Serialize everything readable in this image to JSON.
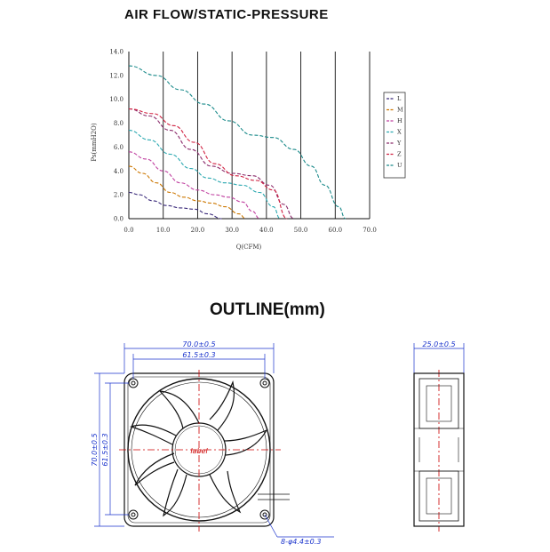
{
  "chart_title": "AIR FLOW/STATIC-PRESSURE",
  "outline_title": "OUTLINE(mm)",
  "chart_data": {
    "type": "line",
    "title": "AIR FLOW/STATIC-PRESSURE",
    "xlabel": "Q(CFM)",
    "ylabel": "Ps(mmH2O)",
    "xlim": [
      0,
      70
    ],
    "ylim": [
      0,
      14
    ],
    "x_ticks": [
      "0.0",
      "10.0",
      "20.0",
      "30.0",
      "40.0",
      "50.0",
      "60.0",
      "70.0"
    ],
    "y_ticks": [
      "0.0",
      "2.0",
      "4.0",
      "6.0",
      "8.0",
      "10.0",
      "12.0",
      "14.0"
    ],
    "grid": "vertical",
    "legend_position": "right",
    "series": [
      {
        "name": "L",
        "color": "#3a2a7a",
        "x": [
          0,
          3,
          7,
          11,
          15,
          19,
          23,
          27
        ],
        "y": [
          2.2,
          2.0,
          1.5,
          1.1,
          0.9,
          0.8,
          0.4,
          0.0
        ]
      },
      {
        "name": "M",
        "color": "#cc7700",
        "x": [
          0,
          4,
          8,
          12,
          16,
          20,
          24,
          28,
          32,
          34
        ],
        "y": [
          4.4,
          3.8,
          3.0,
          2.2,
          1.8,
          1.5,
          1.3,
          1.0,
          0.4,
          0.0
        ]
      },
      {
        "name": "H",
        "color": "#c040a0",
        "x": [
          0,
          5,
          10,
          15,
          20,
          25,
          29,
          33,
          36,
          38
        ],
        "y": [
          5.6,
          5.0,
          4.0,
          3.0,
          2.4,
          2.0,
          1.8,
          1.4,
          0.6,
          0.0
        ]
      },
      {
        "name": "X",
        "color": "#2aa8b0",
        "x": [
          0,
          6,
          12,
          18,
          23,
          28,
          33,
          38,
          42,
          44
        ],
        "y": [
          7.4,
          6.6,
          5.4,
          4.2,
          3.4,
          3.0,
          2.8,
          2.2,
          1.0,
          0.0
        ]
      },
      {
        "name": "Y",
        "color": "#8a2a6a",
        "x": [
          0,
          6,
          12,
          18,
          24,
          30,
          36,
          41,
          45,
          48
        ],
        "y": [
          9.2,
          8.6,
          7.4,
          5.8,
          4.4,
          3.8,
          3.6,
          2.8,
          1.2,
          0.0
        ]
      },
      {
        "name": "Z",
        "color": "#d02040",
        "x": [
          0,
          7,
          13,
          19,
          25,
          31,
          37,
          42,
          46
        ],
        "y": [
          9.2,
          8.8,
          7.8,
          6.4,
          4.6,
          3.6,
          3.2,
          2.4,
          0.0
        ]
      },
      {
        "name": "U",
        "color": "#1a8a8a",
        "x": [
          0,
          8,
          15,
          22,
          29,
          36,
          42,
          48,
          53,
          57,
          61,
          63
        ],
        "y": [
          12.8,
          12.0,
          10.8,
          9.6,
          8.2,
          7.0,
          6.8,
          5.8,
          4.4,
          2.8,
          1.0,
          0.0
        ]
      }
    ]
  },
  "dimensions": {
    "front_width": "70.0±0.5",
    "front_hole_spacing": "61.5±0.3",
    "side_height": "70.0±0.5",
    "side_hole_spacing": "61.5±0.3",
    "depth": "25.0±0.5",
    "holes": "8-φ4.4±0.3"
  },
  "hub_label": "label",
  "colors": {
    "dimension": "#1a33cc",
    "centerline": "#cc0000",
    "outline": "#111111"
  }
}
